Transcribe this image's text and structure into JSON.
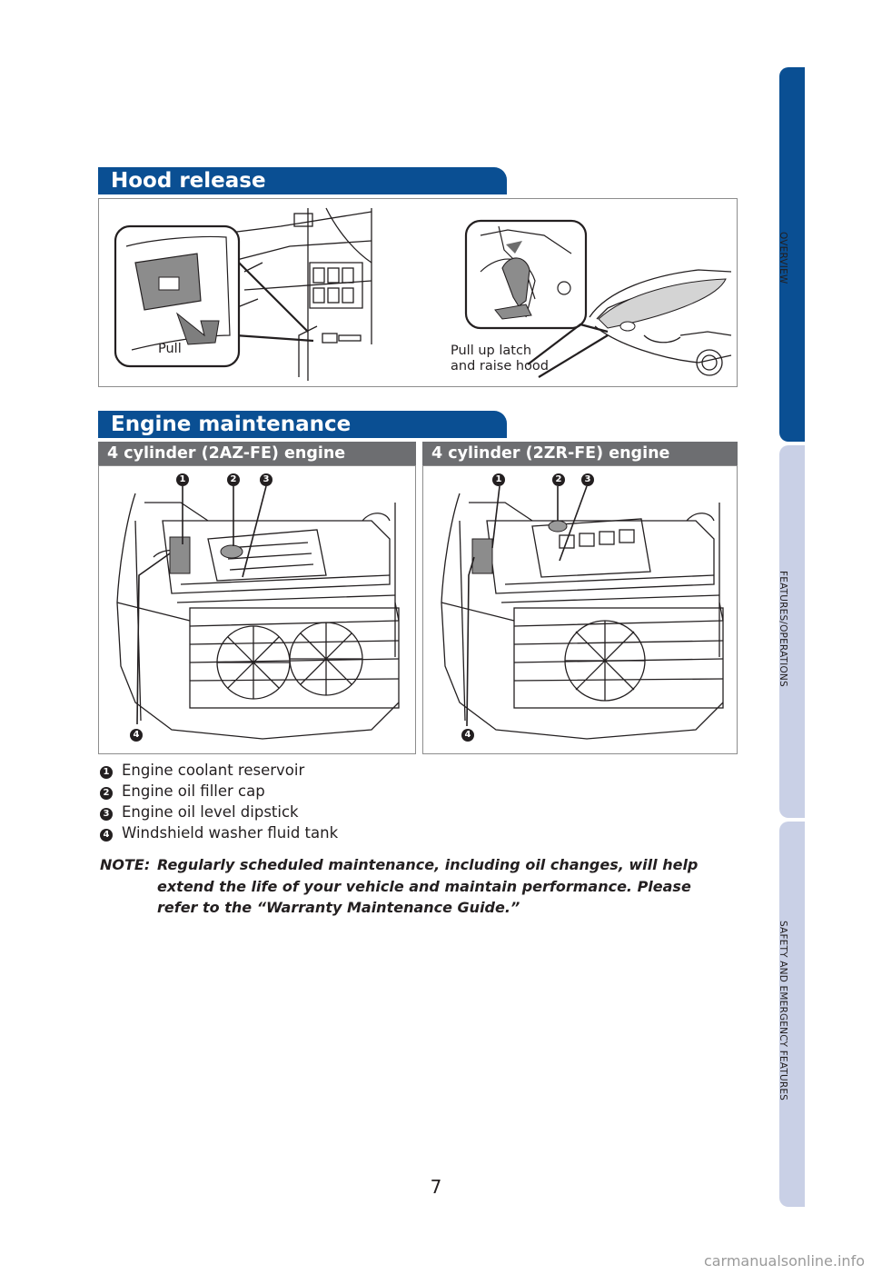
{
  "side_tabs": {
    "overview": "OVERVIEW",
    "features": "FEATURES/OPERATIONS",
    "safety": "SAFETY AND EMERGENCY FEATURES"
  },
  "hood_release": {
    "title": "Hood release",
    "pull_label": "Pull",
    "latch_label_line1": "Pull up latch",
    "latch_label_line2": "and raise hood"
  },
  "engine_maintenance": {
    "title": "Engine maintenance",
    "engine_a": "4 cylinder (2AZ-FE) engine",
    "engine_b": "4 cylinder (2ZR-FE) engine",
    "callouts": [
      "1",
      "2",
      "3",
      "4"
    ],
    "legend": [
      {
        "num": "1",
        "text": "Engine coolant reservoir"
      },
      {
        "num": "2",
        "text": "Engine oil filler cap"
      },
      {
        "num": "3",
        "text": "Engine oil level dipstick"
      },
      {
        "num": "4",
        "text": "Windshield washer fluid tank"
      }
    ],
    "note_label": "NOTE:",
    "note_text": "Regularly scheduled maintenance, including oil changes, will help extend the life of your vehicle and maintain performance. Please refer to the “Warranty Maintenance Guide.”"
  },
  "page_number": "7",
  "watermark": "carmanualsonline.info"
}
